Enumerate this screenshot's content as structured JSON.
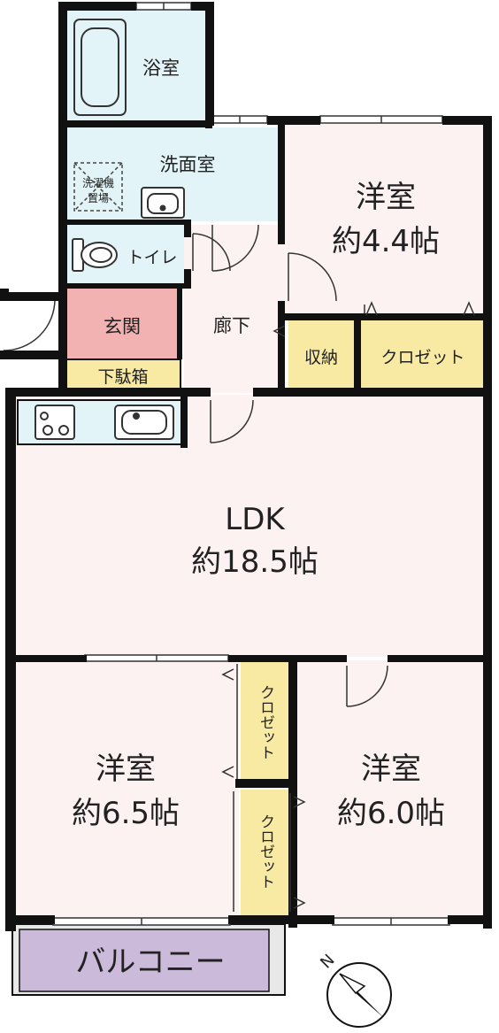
{
  "rooms": {
    "bath": "浴室",
    "washroom": "洗面室",
    "washer_line1": "洗濯機",
    "washer_line2": "置場",
    "toilet": "トイレ",
    "entrance": "玄関",
    "shoe_box": "下駄箱",
    "hallway": "廊下",
    "storage": "収納",
    "closet_top": "クロゼット",
    "closet_mid": "クロゼット",
    "closet_low": "クロゼット",
    "room_a_name": "洋室",
    "room_a_size": "約4.4帖",
    "ldk_name": "LDK",
    "ldk_size": "約18.5帖",
    "room_b_name": "洋室",
    "room_b_size": "約6.5帖",
    "room_c_name": "洋室",
    "room_c_size": "約6.0帖",
    "balcony": "バルコニー"
  },
  "compass": {
    "label": "N"
  },
  "colors": {
    "wall": "#111111",
    "wet_area": "#e3f4f8",
    "dry_room": "#fdf2f2",
    "entrance": "#f2b2b2",
    "storage": "#f8e9a3",
    "balcony": "#cbbad9"
  }
}
